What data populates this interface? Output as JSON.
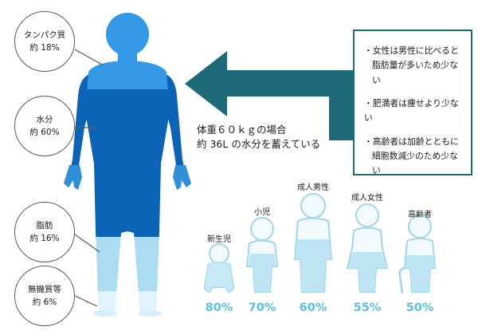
{
  "components": [
    {
      "name": "タンパク質",
      "value": "約 18%"
    },
    {
      "name": "水分",
      "value": "約 60%"
    },
    {
      "name": "脂肪",
      "value": "約 16%"
    },
    {
      "name": "無機質等",
      "value": "約 6%"
    }
  ],
  "caption": {
    "line1": "体重６０ｋｇの場合",
    "line2": "約 36L の水分を蓄えている"
  },
  "notes": [
    {
      "line1": "・女性は男性に比べると",
      "line2": "脂肪量が多いため少ない"
    },
    {
      "line1": "・肥満者は痩せより少ない",
      "line2": ""
    },
    {
      "line1": "・高齢者は加齢とともに",
      "line2": "細胞数減少のため少ない"
    }
  ],
  "chart_data": {
    "type": "bar",
    "categories": [
      "新生児",
      "小児",
      "成人男性",
      "成人女性",
      "高齢者"
    ],
    "values": [
      80,
      70,
      60,
      55,
      50
    ],
    "value_labels": [
      "80%",
      "70%",
      "60%",
      "55%",
      "50%"
    ]
  },
  "colors": {
    "protein": "#3399e6",
    "water": "#0b63b7",
    "fat": "#a9ddef",
    "mineral": "#e2f4fb",
    "arrow": "#1d6a78",
    "percent": "#5bbfe6"
  }
}
